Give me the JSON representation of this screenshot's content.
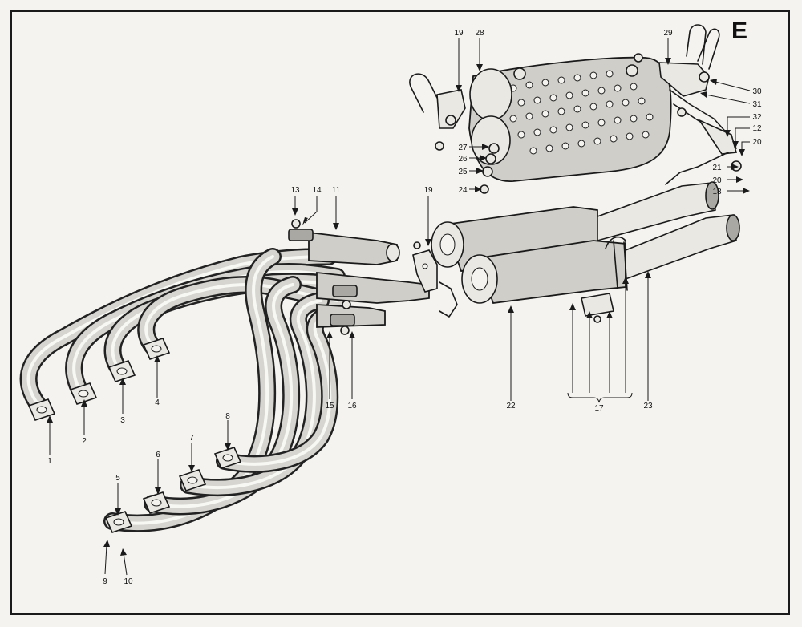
{
  "sheet_letter": "E",
  "part_numbers": [
    "1",
    "2",
    "3",
    "4",
    "5",
    "6",
    "7",
    "8",
    "9",
    "10",
    "11",
    "12",
    "13",
    "14",
    "15",
    "16",
    "17",
    "18",
    "19",
    "19",
    "20",
    "20",
    "21",
    "22",
    "23",
    "24",
    "25",
    "26",
    "27",
    "28",
    "29",
    "30",
    "31",
    "32"
  ]
}
